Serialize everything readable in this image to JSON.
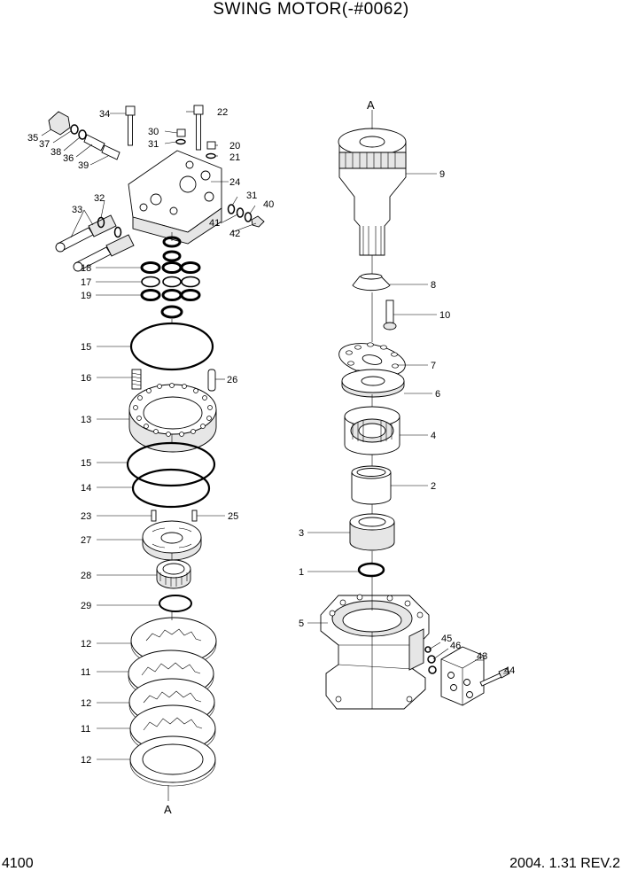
{
  "title": "SWING MOTOR(-#0062)",
  "footer": {
    "page_number": "4100",
    "revision": "2004. 1.31 REV.2"
  },
  "section_labels": {
    "top": "A",
    "bottom": "A"
  },
  "callouts": {
    "p1": "1",
    "p2": "2",
    "p3": "3",
    "p4": "4",
    "p5": "5",
    "p6": "6",
    "p7": "7",
    "p8": "8",
    "p9": "9",
    "p10": "10",
    "p11a": "11",
    "p11b": "11",
    "p12a": "12",
    "p12b": "12",
    "p12c": "12",
    "p13": "13",
    "p14": "14",
    "p15a": "15",
    "p15b": "15",
    "p16": "16",
    "p17": "17",
    "p18": "18",
    "p19": "19",
    "p20": "20",
    "p21": "21",
    "p22": "22",
    "p23": "23",
    "p24": "24",
    "p25": "25",
    "p26": "26",
    "p27": "27",
    "p28": "28",
    "p29": "29",
    "p30": "30",
    "p31a": "31",
    "p31b": "31",
    "p32": "32",
    "p33": "33",
    "p34": "34",
    "p35": "35",
    "p36": "36",
    "p37": "37",
    "p38": "38",
    "p39": "39",
    "p40": "40",
    "p41": "41",
    "p42": "42",
    "p43": "43",
    "p44": "44",
    "p45": "45",
    "p46": "46"
  }
}
